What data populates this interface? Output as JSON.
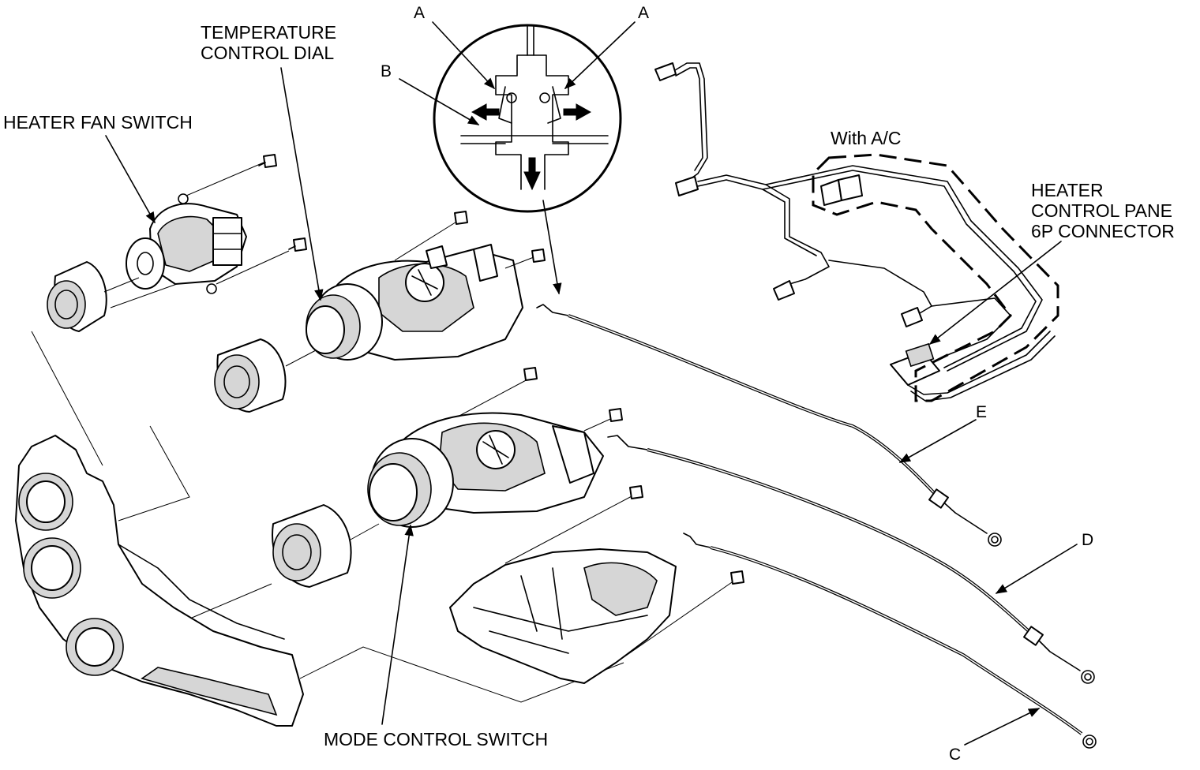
{
  "labels": {
    "temperature_control_dial_line1": "TEMPERATURE",
    "temperature_control_dial_line2": "CONTROL DIAL",
    "heater_fan_switch": "HEATER FAN SWITCH",
    "mode_control_switch": "MODE CONTROL SWITCH",
    "with_ac": "With A/C",
    "heater_control_panel_line1": "HEATER",
    "heater_control_panel_line2": "CONTROL PANE",
    "heater_control_panel_line3": "6P CONNECTOR",
    "callout_a_left": "A",
    "callout_a_right": "A",
    "callout_b": "B",
    "callout_c": "C",
    "callout_d": "D",
    "callout_e": "E"
  },
  "icons": [
    "screw-icon",
    "arrow-icon",
    "connector-icon",
    "cable-icon"
  ]
}
